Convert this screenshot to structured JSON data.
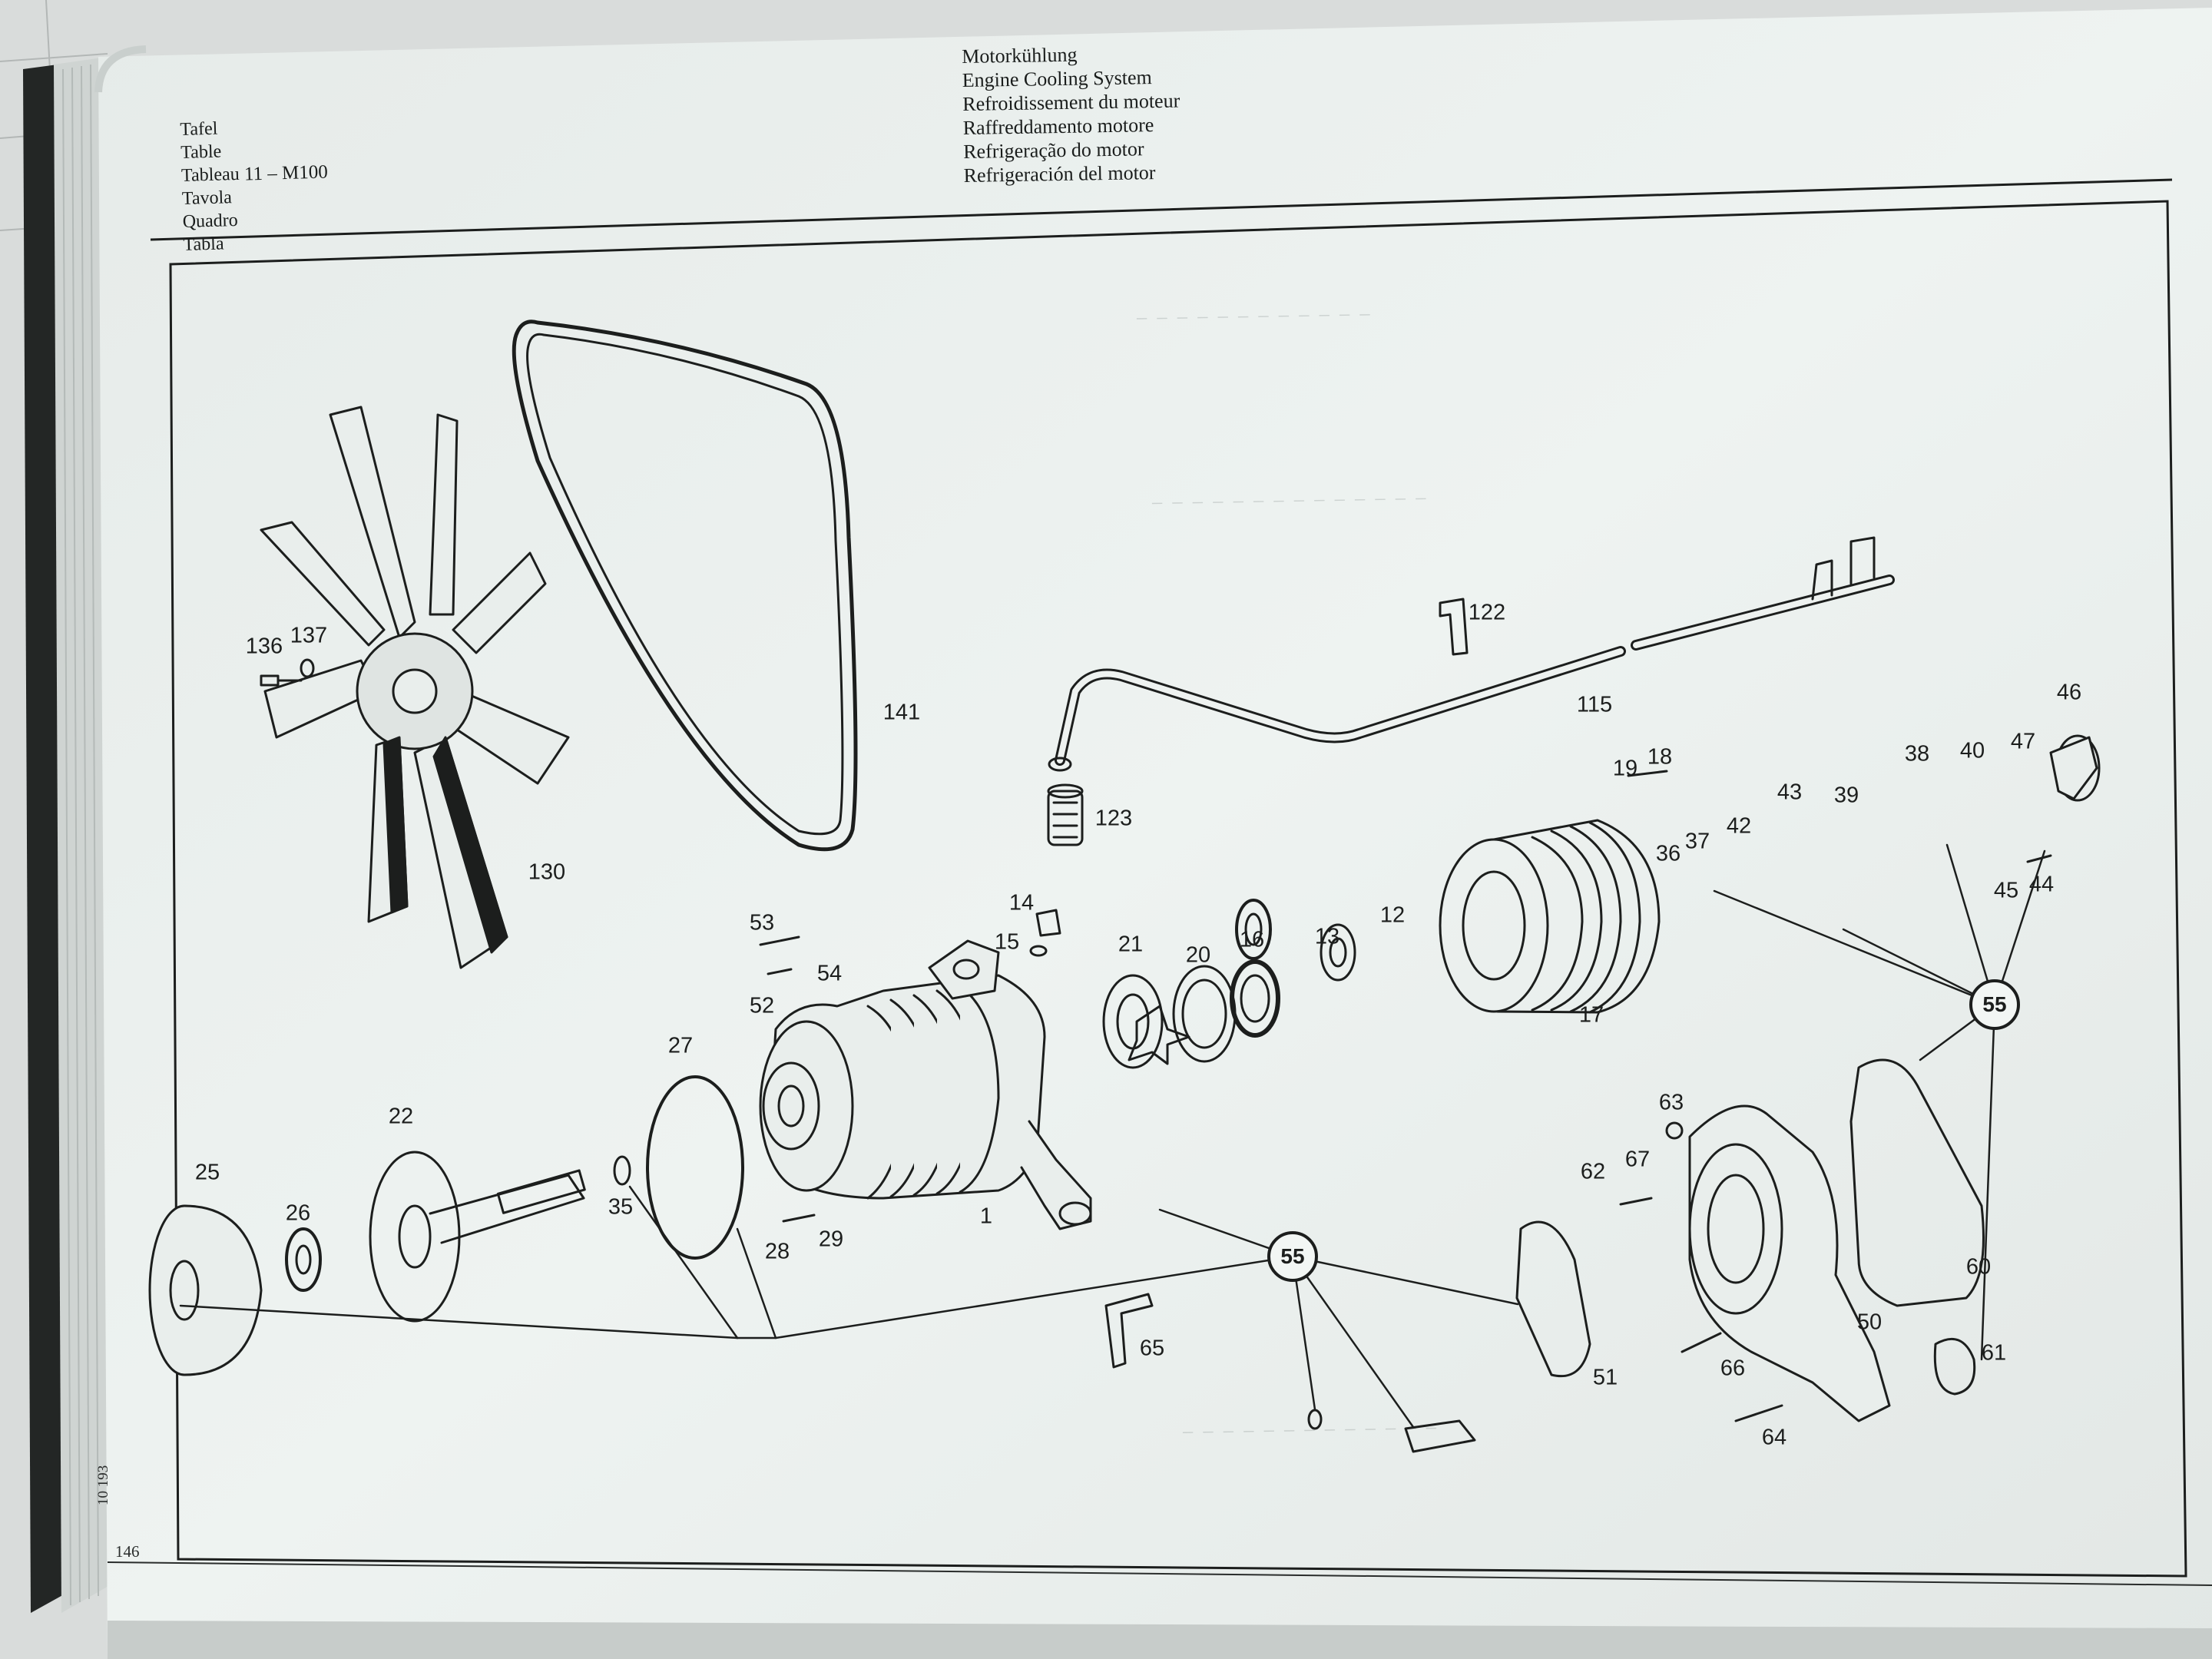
{
  "header": {
    "left_labels": [
      "Tafel",
      "Table",
      "Tableau",
      "Tavola",
      "Quadro",
      "Tabla"
    ],
    "table_code": "11 – M100",
    "titles": [
      "Motorkühlung",
      "Engine Cooling System",
      "Refroidissement du moteur",
      "Raffreddamento motore",
      "Refrigeração do motor",
      "Refrigeración del motor"
    ]
  },
  "footer": {
    "side_id": "10 193",
    "page_number": "146"
  },
  "callouts": {
    "p1": "1",
    "p12": "12",
    "p13": "13",
    "p14": "14",
    "p15": "15",
    "p16": "16",
    "p17": "17",
    "p18": "18",
    "p19": "19",
    "p20": "20",
    "p21": "21",
    "p22": "22",
    "p25": "25",
    "p26": "26",
    "p27": "27",
    "p28": "28",
    "p29": "29",
    "p35": "35",
    "p36": "36",
    "p37": "37",
    "p38": "38",
    "p39": "39",
    "p40": "40",
    "p42": "42",
    "p43": "43",
    "p44": "44",
    "p45": "45",
    "p46": "46",
    "p47": "47",
    "p50": "50",
    "p51": "51",
    "p52": "52",
    "p53": "53",
    "p54": "54",
    "p55a": "55",
    "p55b": "55",
    "p60": "60",
    "p61": "61",
    "p62": "62",
    "p63": "63",
    "p64": "64",
    "p65": "65",
    "p66": "66",
    "p67": "67",
    "p115": "115",
    "p122": "122",
    "p123": "123",
    "p130": "130",
    "p136": "136",
    "p137": "137",
    "p141": "141"
  },
  "colors": {
    "page": "#eef2f0",
    "ink": "#1c1e1d",
    "background": "#6c6f6c"
  }
}
